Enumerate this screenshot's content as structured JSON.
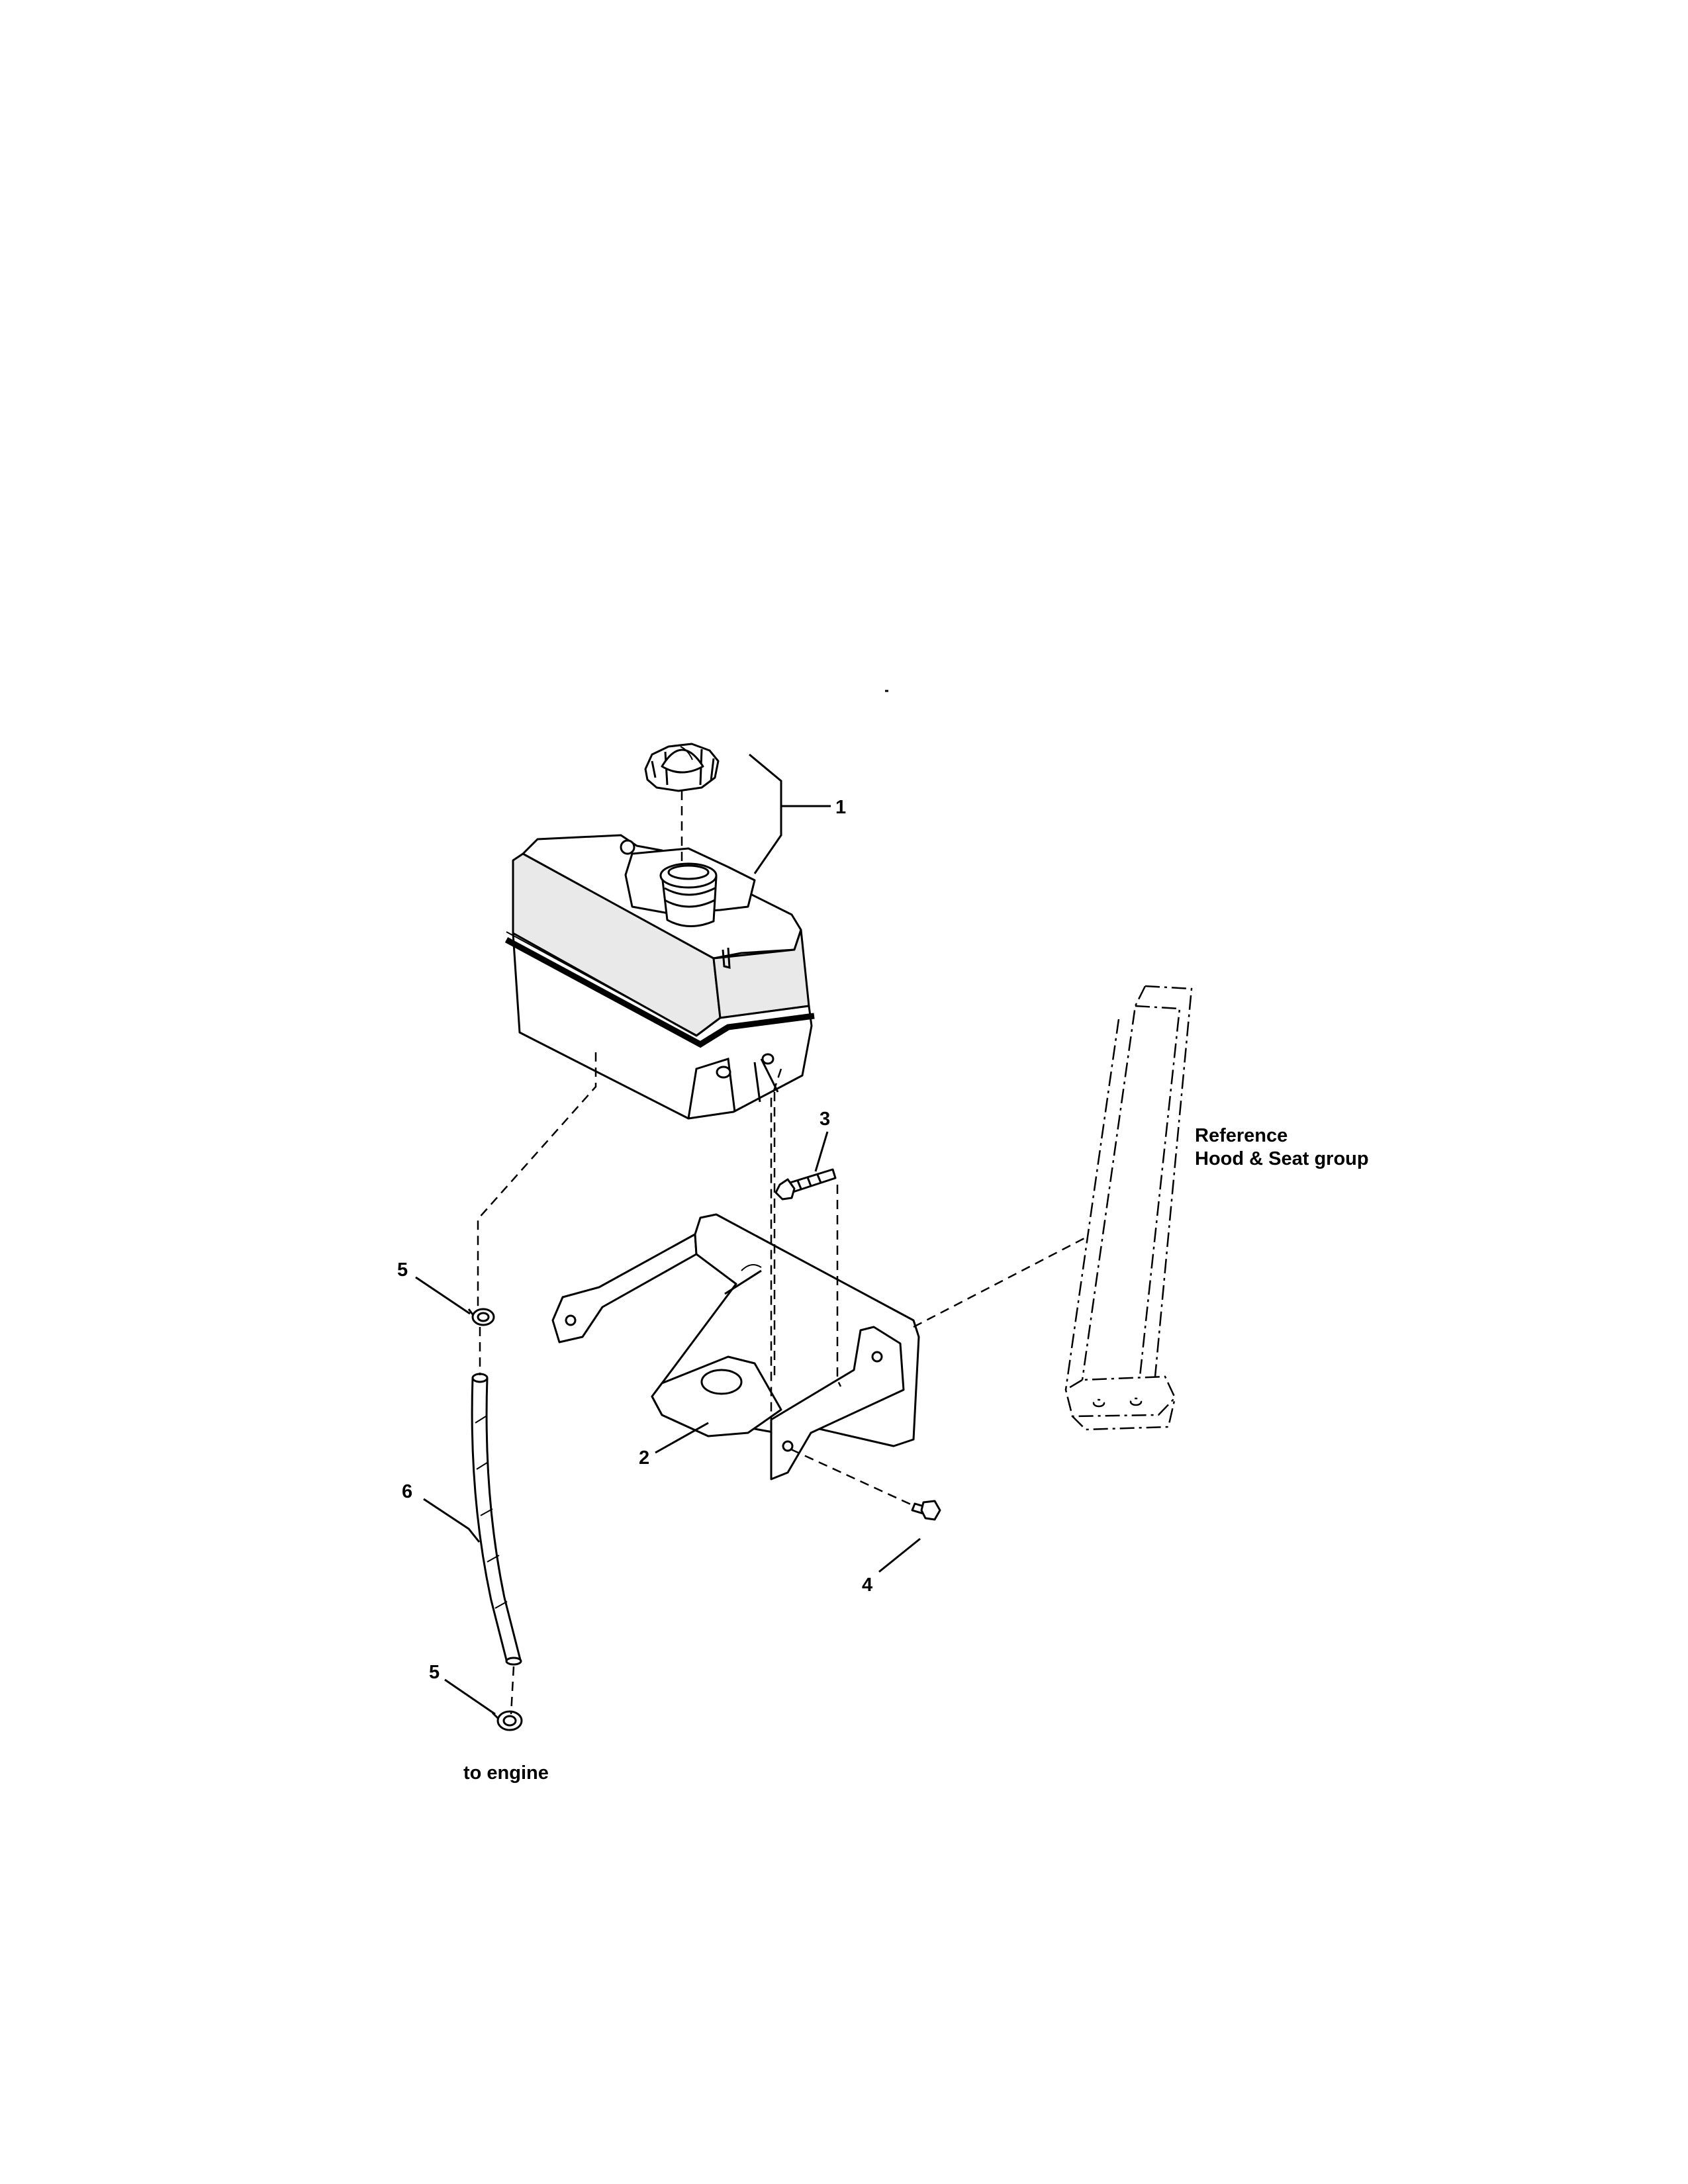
{
  "callouts": {
    "item_1": "1",
    "item_2": "2",
    "item_3": "3",
    "item_4": "4",
    "item_5_top": "5",
    "item_5_bottom": "5",
    "item_6": "6"
  },
  "notes": {
    "reference_line1": "Reference",
    "reference_line2": "Hood & Seat group",
    "to_engine": "to engine"
  }
}
